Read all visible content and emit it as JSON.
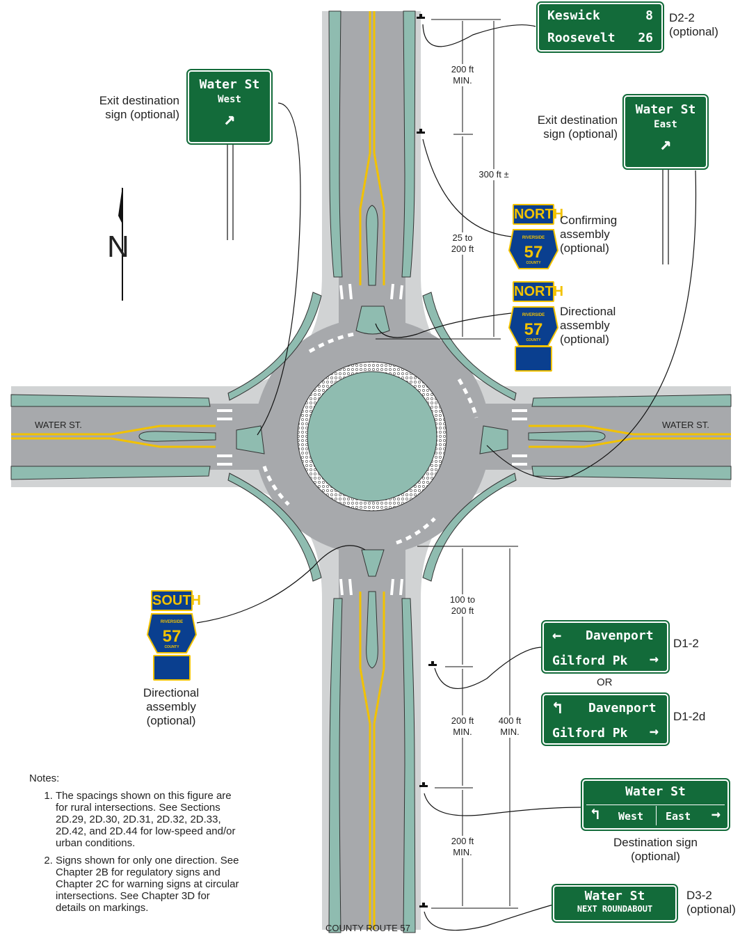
{
  "roads": {
    "west_label": "WATER ST.",
    "east_label": "WATER ST.",
    "south_label": "COUNTY ROUTE 57"
  },
  "signs": {
    "d2_2": {
      "line1_name": "Keswick",
      "line1_dist": "8",
      "line2_name": "Roosevelt",
      "line2_dist": "26",
      "code": "D2-2",
      "note": "(optional)"
    },
    "exit_west": {
      "name": "Water St",
      "direction": "West",
      "label_line1": "Exit destination",
      "label_line2": "sign (optional)"
    },
    "exit_east": {
      "name": "Water St",
      "direction": "East",
      "label_line1": "Exit destination",
      "label_line2": "sign (optional)"
    },
    "confirming": {
      "header": "NORTH",
      "route": "57",
      "county_top": "RIVERSIDE",
      "county_bottom": "COUNTY",
      "label_line1": "Confirming",
      "label_line2": "assembly",
      "label_line3": "(optional)"
    },
    "directional_north": {
      "header": "NORTH",
      "route": "57",
      "county_top": "RIVERSIDE",
      "county_bottom": "COUNTY",
      "label_line1": "Directional",
      "label_line2": "assembly",
      "label_line3": "(optional)"
    },
    "directional_south": {
      "header": "SOUTH",
      "route": "57",
      "county_top": "RIVERSIDE",
      "county_bottom": "COUNTY",
      "label_line1": "Directional",
      "label_line2": "assembly",
      "label_line3": "(optional)"
    },
    "d1_2": {
      "line1": "Davenport",
      "line2": "Gilford Pk",
      "code": "D1-2"
    },
    "or_text": "OR",
    "d1_2d": {
      "line1": "Davenport",
      "line2": "Gilford Pk",
      "code": "D1-2d"
    },
    "destination": {
      "name": "Water St",
      "left": "West",
      "right": "East",
      "label_line1": "Destination sign",
      "label_line2": "(optional)"
    },
    "d3_2": {
      "line1": "Water St",
      "line2": "NEXT ROUNDABOUT",
      "code": "D3-2",
      "note": "(optional)"
    }
  },
  "dimensions": {
    "north_200_line1": "200 ft",
    "north_200_line2": "MIN.",
    "north_300": "300 ft ±",
    "north_25_line1": "25 to",
    "north_25_line2": "200 ft",
    "south_100_line1": "100 to",
    "south_100_line2": "200 ft",
    "south_200a_line1": "200 ft",
    "south_200a_line2": "MIN.",
    "south_400_line1": "400 ft",
    "south_400_line2": "MIN.",
    "south_200b_line1": "200 ft",
    "south_200b_line2": "MIN."
  },
  "north_arrow": "N",
  "notes": {
    "heading": "Notes:",
    "items": [
      "The spacings shown on this figure are for rural intersections. See Sections 2D.29, 2D.30, 2D.31, 2D.32, 2D.33, 2D.42, and 2D.44 for low-speed and/or urban conditions.",
      "Signs shown for only one direction. See Chapter 2B for regulatory signs and Chapter 2C for warning signs at circular intersections. See Chapter 3D for details on markings."
    ]
  },
  "colors": {
    "sign_green": "#136b3a",
    "road_gray": "#a7a9ac",
    "island_green": "#8fbcb0",
    "shoulder": "#d1d3d4",
    "centerline_yellow": "#f2c200",
    "route_blue": "#0a3f8f"
  }
}
